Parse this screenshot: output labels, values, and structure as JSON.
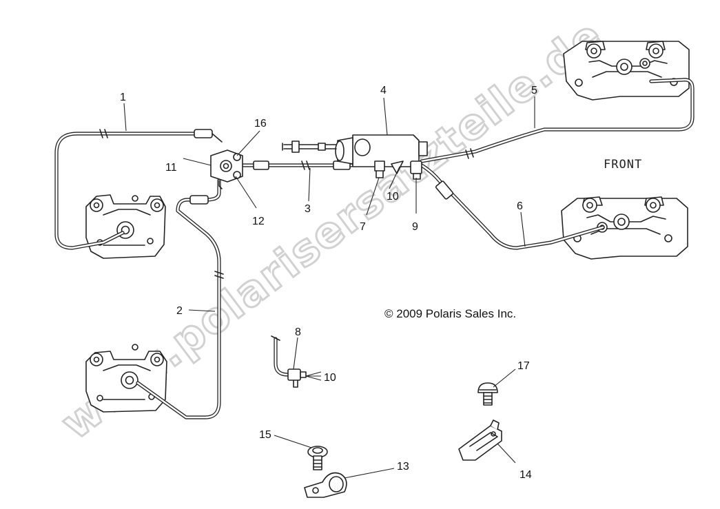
{
  "watermark": "www.polarisersatzteile.de",
  "front_label": "FRONT",
  "copyright": "© 2009 Polaris Sales Inc.",
  "callouts": {
    "c1": "1",
    "c2": "2",
    "c3": "3",
    "c4": "4",
    "c5": "5",
    "c6": "6",
    "c7": "7",
    "c8": "8",
    "c9": "9",
    "c10a": "10",
    "c10b": "10",
    "c11": "11",
    "c12": "12",
    "c13": "13",
    "c14": "14",
    "c15": "15",
    "c16": "16",
    "c17": "17"
  }
}
